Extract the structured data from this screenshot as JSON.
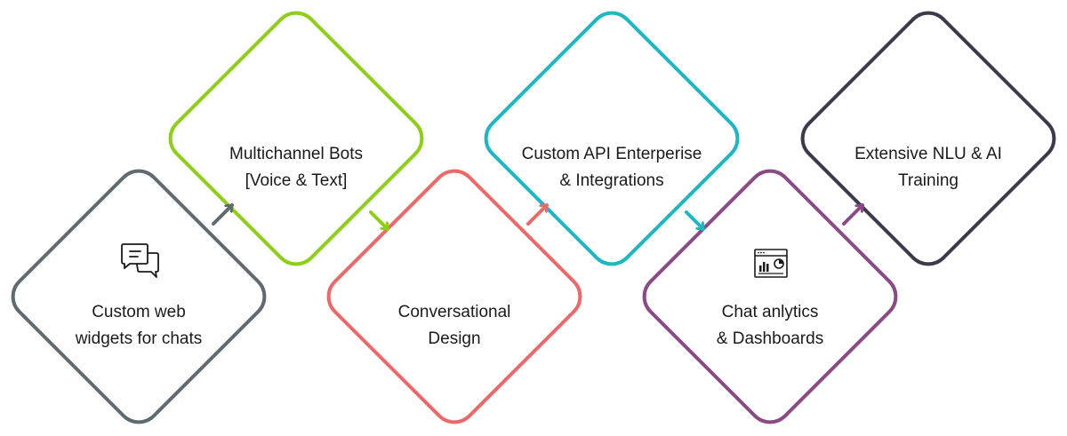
{
  "steps": [
    {
      "line1": "Custom web",
      "line2": "widgets for chats",
      "color": "#5f6b70",
      "icon": "chat-bubbles-icon"
    },
    {
      "line1": "Multichannel Bots",
      "line2": "[Voice & Text]",
      "color": "#8fce16",
      "icon": ""
    },
    {
      "line1": "Conversational",
      "line2": "Design",
      "color": "#ee6868",
      "icon": ""
    },
    {
      "line1": "Custom API Enterperise",
      "line2": "& Integrations",
      "color": "#1bb8c4",
      "icon": ""
    },
    {
      "line1": "Chat anlytics",
      "line2": "& Dashboards",
      "color": "#8a4a86",
      "icon": "analytics-dashboard-icon"
    },
    {
      "line1": "Extensive NLU & AI",
      "line2": "Training",
      "color": "#3d3a4b",
      "icon": ""
    }
  ]
}
